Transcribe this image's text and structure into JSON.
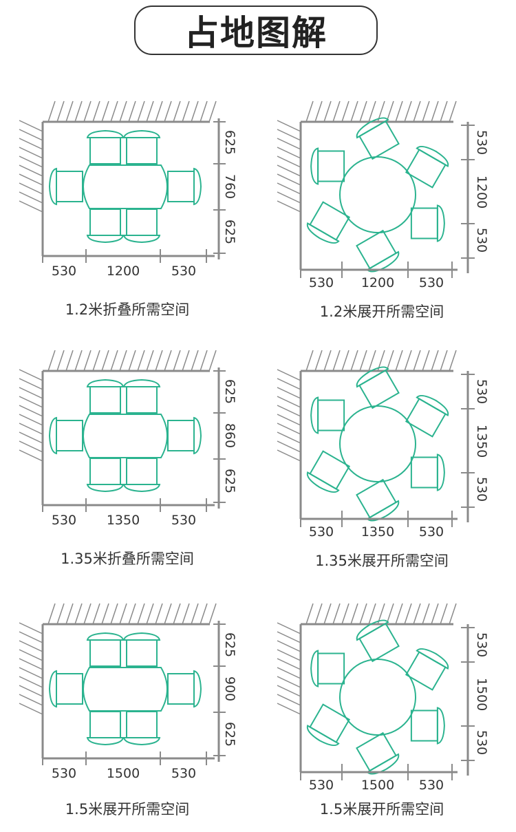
{
  "title": "占地图解",
  "colors": {
    "chair": "#2bb38f",
    "wall": "#8a8a8a",
    "text": "#333333"
  },
  "panels": [
    {
      "type": "folding-rect",
      "caption": "1.2米折叠所需空间",
      "horizontal": [
        "530",
        "1200",
        "530"
      ],
      "vertical": [
        "625",
        "760",
        "625"
      ]
    },
    {
      "type": "round",
      "caption": "1.2米展开所需空间",
      "horizontal": [
        "530",
        "1200",
        "530"
      ],
      "vertical": [
        "530",
        "1200",
        "530"
      ]
    },
    {
      "type": "folding-rect",
      "caption": "1.35米折叠所需空间",
      "horizontal": [
        "530",
        "1350",
        "530"
      ],
      "vertical": [
        "625",
        "860",
        "625"
      ]
    },
    {
      "type": "round",
      "caption": "1.35米展开所需空间",
      "horizontal": [
        "530",
        "1350",
        "530"
      ],
      "vertical": [
        "530",
        "1350",
        "530"
      ]
    },
    {
      "type": "folding-rect",
      "caption": "1.5米展开所需空间",
      "horizontal": [
        "530",
        "1500",
        "530"
      ],
      "vertical": [
        "625",
        "900",
        "625"
      ]
    },
    {
      "type": "round",
      "caption": "1.5米展开所需空间",
      "horizontal": [
        "530",
        "1500",
        "530"
      ],
      "vertical": [
        "530",
        "1500",
        "530"
      ]
    }
  ]
}
